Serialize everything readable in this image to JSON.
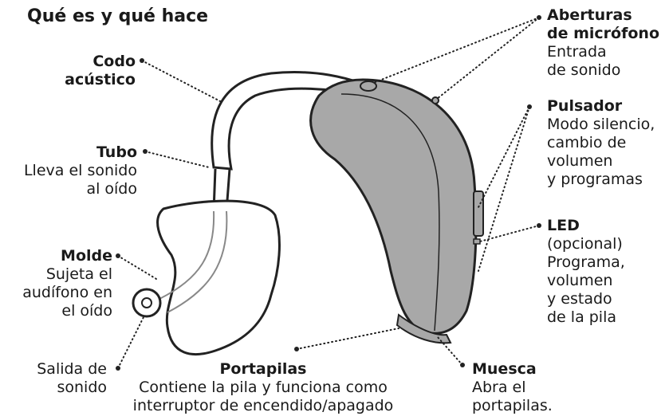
{
  "title": "Qué es y qué hace",
  "labels": {
    "codo": {
      "title": "Codo",
      "title2": "acústico"
    },
    "tubo": {
      "title": "Tubo",
      "desc1": "Lleva el sonido",
      "desc2": "al oído"
    },
    "molde": {
      "title": "Molde",
      "desc1": "Sujeta el",
      "desc2": "audífono en",
      "desc3": "el oído"
    },
    "salida": {
      "desc1": "Salida de",
      "desc2": "sonido"
    },
    "portapilas": {
      "title": "Portapilas",
      "desc1": "Contiene la pila y funciona como",
      "desc2": "interruptor de encendido/apagado"
    },
    "muesca": {
      "title": "Muesca",
      "desc1": "Abra el",
      "desc2": "portapilas."
    },
    "led": {
      "title": "LED",
      "desc1": "(opcional)",
      "desc2": "Programa,",
      "desc3": "volumen",
      "desc4": "y estado",
      "desc5": "de la pila"
    },
    "pulsador": {
      "title": "Pulsador",
      "desc1": "Modo silencio,",
      "desc2": "cambio de",
      "desc3": "volumen",
      "desc4": "y programas"
    },
    "aberturas": {
      "title": "Aberturas",
      "title2": "de micrófono",
      "desc1": "Entrada",
      "desc2": "de sonido"
    }
  },
  "colors": {
    "body": "#a8a8a8",
    "outline": "#222222",
    "mold": "#ffffff"
  }
}
